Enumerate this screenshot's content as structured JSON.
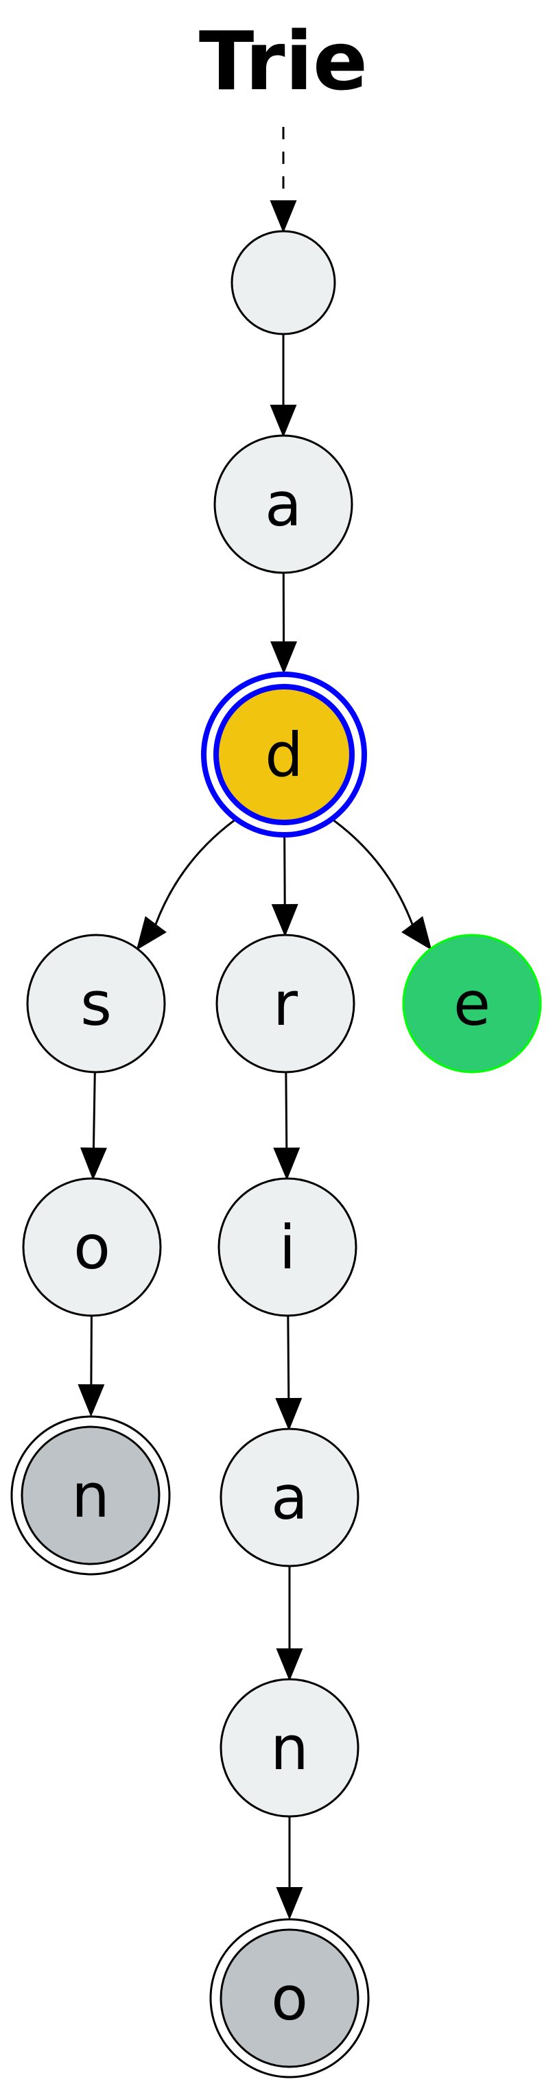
{
  "title": "Trie",
  "colors": {
    "node_fill": "#ECF0F1",
    "terminal_fill": "#BDC3C7",
    "highlight_fill": "#F1C40F",
    "highlight_stroke": "#0000FF",
    "leaf_fill": "#2ECC71",
    "leaf_stroke": "#00FF00",
    "edge": "#000000"
  },
  "nodes": [
    {
      "id": "root",
      "label": "",
      "style": "normal"
    },
    {
      "id": "a1",
      "label": "a",
      "style": "normal"
    },
    {
      "id": "d",
      "label": "d",
      "style": "highlight"
    },
    {
      "id": "s",
      "label": "s",
      "style": "normal"
    },
    {
      "id": "r",
      "label": "r",
      "style": "normal"
    },
    {
      "id": "e",
      "label": "e",
      "style": "leaf"
    },
    {
      "id": "o1",
      "label": "o",
      "style": "normal"
    },
    {
      "id": "i",
      "label": "i",
      "style": "normal"
    },
    {
      "id": "n1",
      "label": "n",
      "style": "terminal"
    },
    {
      "id": "a2",
      "label": "a",
      "style": "normal"
    },
    {
      "id": "n2",
      "label": "n",
      "style": "normal"
    },
    {
      "id": "o2",
      "label": "o",
      "style": "terminal"
    }
  ],
  "edges": [
    {
      "from": "title",
      "to": "root",
      "style": "dashed"
    },
    {
      "from": "root",
      "to": "a1",
      "style": "solid"
    },
    {
      "from": "a1",
      "to": "d",
      "style": "solid"
    },
    {
      "from": "d",
      "to": "s",
      "style": "solid"
    },
    {
      "from": "d",
      "to": "r",
      "style": "solid"
    },
    {
      "from": "d",
      "to": "e",
      "style": "solid"
    },
    {
      "from": "s",
      "to": "o1",
      "style": "solid"
    },
    {
      "from": "o1",
      "to": "n1",
      "style": "solid"
    },
    {
      "from": "r",
      "to": "i",
      "style": "solid"
    },
    {
      "from": "i",
      "to": "a2",
      "style": "solid"
    },
    {
      "from": "a2",
      "to": "n2",
      "style": "solid"
    },
    {
      "from": "n2",
      "to": "o2",
      "style": "solid"
    }
  ]
}
